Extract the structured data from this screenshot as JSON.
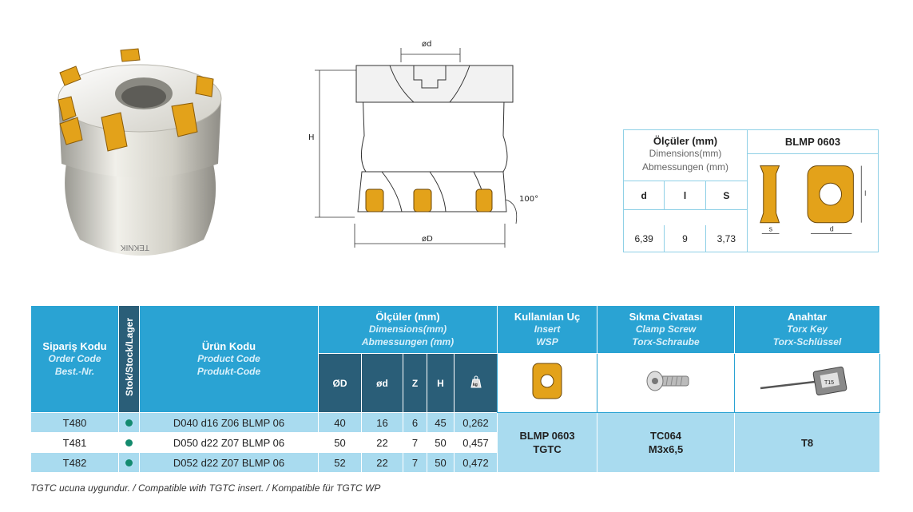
{
  "brand": {
    "engraving": "TEKNIK"
  },
  "drawing": {
    "label_d_small": "ød",
    "label_H": "H",
    "label_D": "øD",
    "label_angle": "100°"
  },
  "insert_box": {
    "title_tr": "Ölçüler (mm)",
    "title_en": "Dimensions(mm)",
    "title_de": "Abmessungen (mm)",
    "insert_name": "BLMP 0603",
    "headers": [
      "d",
      "l",
      "S"
    ],
    "values": [
      "6,39",
      "9",
      "3,73"
    ],
    "diagram_labels": {
      "s": "s",
      "d": "d",
      "l": "l"
    }
  },
  "table": {
    "order_code": {
      "tr": "Sipariş Kodu",
      "en": "Order Code",
      "de": "Best.-Nr."
    },
    "stock": {
      "tr": "Stok",
      "rest": "/Stock/Lager"
    },
    "product_code": {
      "tr": "Ürün Kodu",
      "en": "Product Code",
      "de": "Produkt-Code"
    },
    "dimensions": {
      "tr": "Ölçüler (mm)",
      "en": "Dimensions(mm)",
      "de": "Abmessungen (mm)"
    },
    "insert": {
      "tr": "Kullanılan Uç",
      "en": "Insert",
      "de": "WSP"
    },
    "clamp_screw": {
      "tr": "Sıkma Civatası",
      "en": "Clamp Screw",
      "de": "Torx-Schraube"
    },
    "wrench": {
      "tr": "Anahtar",
      "en": "Torx Key",
      "de": "Torx-Schlüssel"
    },
    "dim_cols": [
      "ØD",
      "ød",
      "Z",
      "H"
    ],
    "weight_icon_text": "kg",
    "key_label": "T15",
    "rows": [
      {
        "order": "T480",
        "product": "D040 d16 Z06 BLMP 06",
        "D": "40",
        "d": "16",
        "Z": "6",
        "H": "45",
        "kg": "0,262"
      },
      {
        "order": "T481",
        "product": "D050 d22 Z07 BLMP 06",
        "D": "50",
        "d": "22",
        "Z": "7",
        "H": "50",
        "kg": "0,457"
      },
      {
        "order": "T482",
        "product": "D052 d22 Z07 BLMP 06",
        "D": "52",
        "d": "22",
        "Z": "7",
        "H": "50",
        "kg": "0,472"
      }
    ],
    "insert_value": [
      "BLMP 0603",
      "TGTC"
    ],
    "screw_value": [
      "TC064",
      "M3x6,5"
    ],
    "wrench_value": "T8"
  },
  "footnote": "TGTC ucuna uygundur. / Compatible with TGTC insert. / Kompatible für TGTC WP",
  "colors": {
    "blue": "#2aa3d3",
    "dark": "#2a5e78",
    "row_tint": "#a9dbef",
    "stock_dot": "#138a6e",
    "insert_gold": "#e3a21a"
  }
}
